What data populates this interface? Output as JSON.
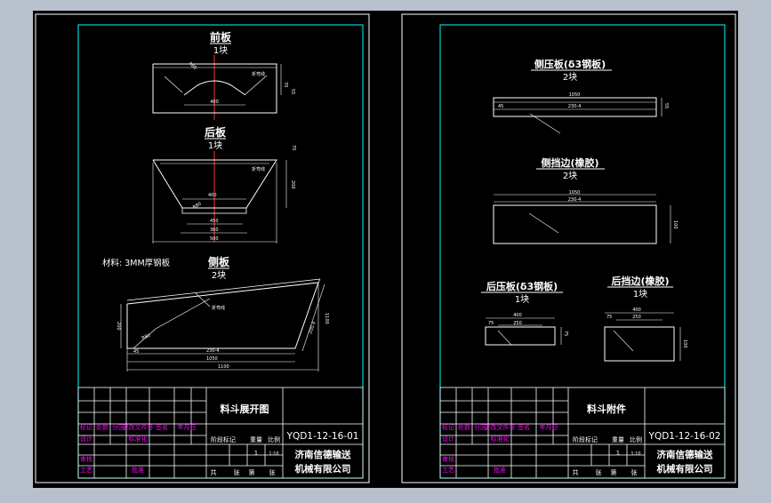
{
  "colors": {
    "background": "#b9c2cc",
    "canvas": "#000000",
    "frame": "#00ffff",
    "outline": "#ffffff",
    "dimension": "#ffffff",
    "centerline": "#ff3030",
    "title_block_text": "#ff00ff"
  },
  "left_sheet": {
    "front_plate": {
      "title": "前板",
      "qty": "1块",
      "dims": {
        "width": "400",
        "radius": "R80",
        "heights": [
          "70",
          "55"
        ],
        "bend": "折弯线"
      }
    },
    "back_plate": {
      "title": "后板",
      "qty": "1块",
      "dims": {
        "top": "400",
        "mid": "450",
        "bottom1": "360",
        "bottom2": "500",
        "height": "200",
        "top_h": "70",
        "radius": "R80",
        "bend": "折弯线"
      }
    },
    "material_note": "材料: 3MM厚钢板",
    "side_plate": {
      "title": "侧板",
      "qty": "2块",
      "dims": {
        "dim1": "230-4",
        "dim2": "1050",
        "dim3": "1100",
        "left": "45",
        "height": "200",
        "angle": "200.4",
        "slope": "R80",
        "bend": "折弯线"
      }
    },
    "title_block": {
      "drawing_name": "料斗展开图",
      "drawing_number": "YQD1-12-16-01",
      "company_line1": "济南信德输送",
      "company_line2": "机械有限公司",
      "row_labels": [
        "标记",
        "处数",
        "分区",
        "更改文件号",
        "签名",
        "年月日"
      ],
      "left_labels": [
        "设计",
        "",
        "审核",
        "工艺"
      ],
      "approve_labels": [
        "标准化",
        "批准"
      ],
      "stage_labels": [
        "阶段标记",
        "重量",
        "比例"
      ],
      "scale": "1:10",
      "qty_marker": "1",
      "sheet_text": [
        "共",
        "张",
        "第",
        "张"
      ]
    }
  },
  "right_sheet": {
    "side_press_plate": {
      "title": "侧压板(δ3钢板)",
      "qty": "2块",
      "dims": {
        "total": "1050",
        "inner": "230-4",
        "end": "45",
        "height": "55"
      }
    },
    "side_rubber": {
      "title": "侧挡边(橡胶)",
      "qty": "2块",
      "dims": {
        "total": "1050",
        "inner": "230-4",
        "height": "100"
      }
    },
    "back_press_plate": {
      "title": "后压板(δ3钢板)",
      "qty": "1块",
      "dims": {
        "total": "400",
        "inner": "250",
        "end": "75",
        "height": "75"
      }
    },
    "back_rubber": {
      "title": "后挡边(橡胶)",
      "qty": "1块",
      "dims": {
        "total": "400",
        "inner": "250",
        "end": "75",
        "height": "100"
      }
    },
    "title_block": {
      "drawing_name": "料斗附件",
      "drawing_number": "YQD1-12-16-02",
      "company_line1": "济南信德输送",
      "company_line2": "机械有限公司",
      "row_labels": [
        "标记",
        "处数",
        "分区",
        "更改文件号",
        "签名",
        "年月日"
      ],
      "left_labels": [
        "设计",
        "",
        "审核",
        "工艺"
      ],
      "approve_labels": [
        "标准化",
        "批准"
      ],
      "stage_labels": [
        "阶段标记",
        "重量",
        "比例"
      ],
      "scale": "1:10",
      "qty_marker": "1",
      "sheet_text": [
        "共",
        "张",
        "第",
        "张"
      ]
    }
  }
}
